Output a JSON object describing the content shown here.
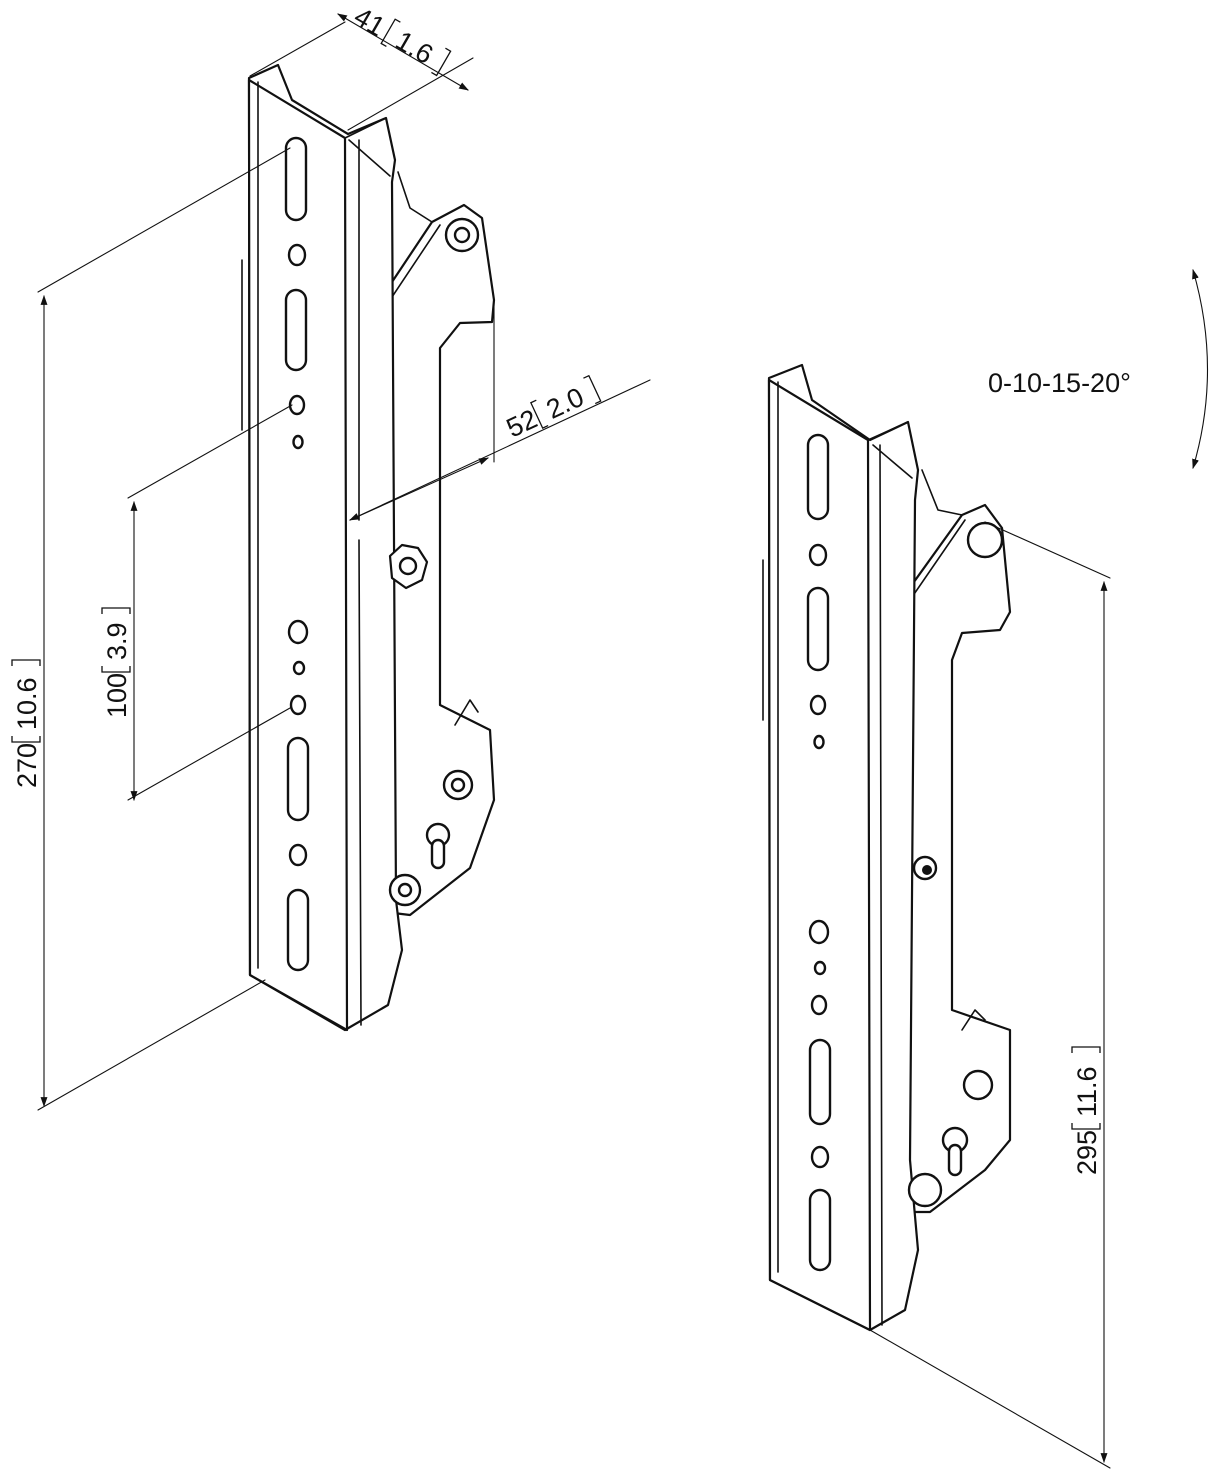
{
  "dimensions": {
    "depth": {
      "value": "41",
      "alt": "1.6"
    },
    "offset": {
      "value": "52",
      "alt": "2.0"
    },
    "hole_spacing": {
      "value": "100",
      "alt": "3.9"
    },
    "height_left": {
      "value": "270",
      "alt": "10.6"
    },
    "height_right": {
      "value": "295",
      "alt": "11.6"
    }
  },
  "tilt": {
    "label": "0-10-15-20°"
  },
  "colors": {
    "line": "#111111",
    "background": "#ffffff"
  }
}
